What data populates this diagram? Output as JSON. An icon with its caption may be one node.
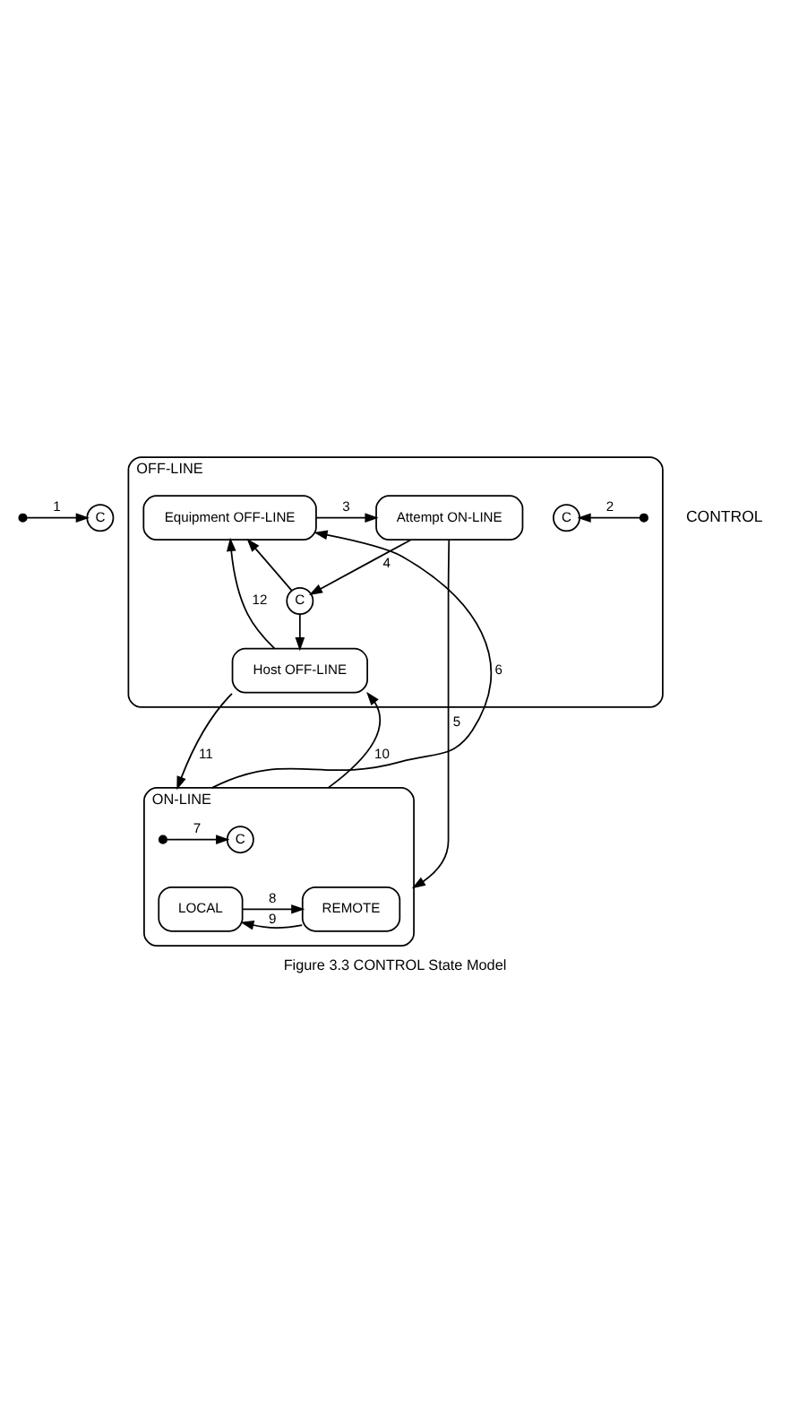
{
  "diagram": {
    "caption": "Figure 3.3 CONTROL State Model",
    "nodes": [
      {
        "text": [],
        "shape": "dot"
      },
      {
        "text": [
          "C"
        ]
      },
      {
        "text": [
          "OFF-LINE"
        ]
      },
      {
        "text": [],
        "shape": "dot",
        "in": 2
      },
      {
        "text": [
          "C"
        ],
        "in": 2
      },
      {
        "text": [
          "Equipment OFF-LINE"
        ],
        "in": 2
      },
      {
        "text": [
          "Attempt ON-LINE"
        ],
        "in": 2
      },
      {
        "text": [
          "C"
        ],
        "in": 2
      },
      {
        "text": [
          "Host OFF-LINE"
        ],
        "in": 2
      },
      {
        "text": [
          "ON-LINE"
        ]
      },
      {
        "text": [],
        "shape": "dot",
        "in": 9
      },
      {
        "text": [
          "C"
        ],
        "in": 9
      },
      {
        "text": [
          "LOCAL"
        ],
        "in": 9
      },
      {
        "text": [
          "REMOTE"
        ],
        "in": 9
      }
    ],
    "edges": [
      {
        "from": 0,
        "to": 1,
        "arrow": "to",
        "label": "1"
      },
      {
        "from": 3,
        "to": 4,
        "arrow": "to",
        "label": "2"
      },
      {
        "from": 5,
        "to": 6,
        "arrow": "to",
        "label": "3"
      },
      {
        "from": 6,
        "to": 7,
        "arrow": "to",
        "label": "4"
      },
      {
        "from": 7,
        "to": 5,
        "arrow": "to"
      },
      {
        "from": 7,
        "to": 8,
        "arrow": "to"
      },
      {
        "from": 6,
        "to": 9,
        "arrow": "to",
        "label": "5"
      },
      {
        "from": 9,
        "to": 5,
        "arrow": "to",
        "label": "6"
      },
      {
        "from": 10,
        "to": 11,
        "arrow": "to",
        "label": "7"
      },
      {
        "from": 12,
        "to": 13,
        "arrow": "to",
        "label": "8"
      },
      {
        "from": 13,
        "to": 12,
        "arrow": "to",
        "label": "9"
      },
      {
        "from": 8,
        "to": 9,
        "arrow": "to",
        "label": "11"
      },
      {
        "from": 9,
        "to": 8,
        "arrow": "to",
        "label": "10"
      },
      {
        "from": 8,
        "to": 5,
        "arrow": "to",
        "label": "12"
      }
    ],
    "labels": [
      "CONTROL"
    ]
  }
}
